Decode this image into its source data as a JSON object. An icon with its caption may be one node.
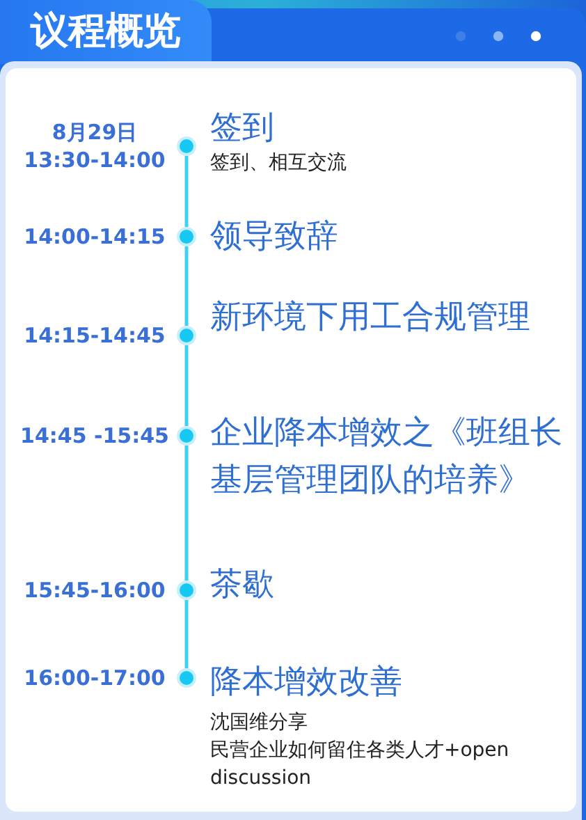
{
  "diagram": {
    "title": "议程概览",
    "nodes": [
      {
        "text": [],
        "shape": "circle",
        "beside": [
          "8月29日 13:30-14:00",
          "签到",
          "签到、相互交流"
        ]
      },
      {
        "text": [],
        "shape": "circle",
        "beside": [
          "14:00-14:15",
          "领导致辞"
        ]
      },
      {
        "text": [],
        "shape": "circle",
        "beside": [
          "14:15-14:45",
          "新环境下用工合规管理"
        ]
      },
      {
        "text": [],
        "shape": "circle",
        "beside": [
          "14:45 -15:45",
          "企业降本增效之《班组长基层管理团队的培养》"
        ]
      },
      {
        "text": [],
        "shape": "circle",
        "beside": [
          "15:45-16:00",
          "茶歇"
        ]
      },
      {
        "text": [],
        "shape": "circle",
        "beside": [
          "16:00-17:00",
          "降本增效改善",
          "沈国维分享",
          "民营企业如何留住各类人才+open discussion"
        ]
      }
    ],
    "edges": [
      {
        "from": 0,
        "to": 1,
        "arrow": "none"
      },
      {
        "from": 1,
        "to": 2,
        "arrow": "none"
      },
      {
        "from": 2,
        "to": 3,
        "arrow": "none"
      },
      {
        "from": 3,
        "to": 4,
        "arrow": "none"
      },
      {
        "from": 4,
        "to": 5,
        "arrow": "none"
      }
    ]
  }
}
